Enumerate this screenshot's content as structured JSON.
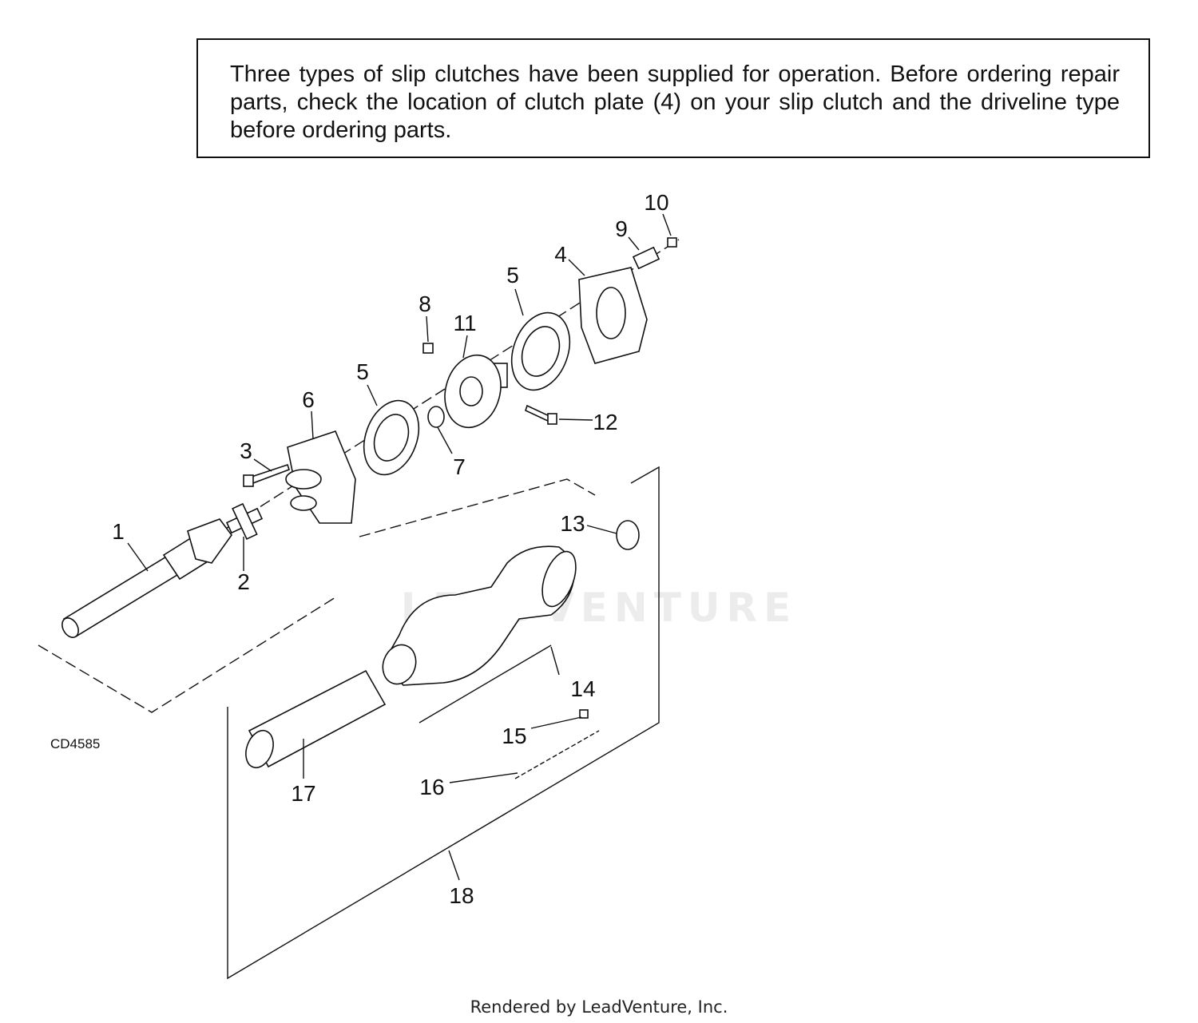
{
  "note": {
    "text": "Three types of slip clutches have been supplied for operation. Before ordering repair parts, check the location of clutch plate (4) on your slip clutch and the driveline type before ordering parts."
  },
  "diagram": {
    "figure_code": "CD4585",
    "watermark": "LEADVENTURE",
    "callouts": {
      "c1": "1",
      "c2": "2",
      "c3": "3",
      "c4": "4",
      "c5a": "5",
      "c5b": "5",
      "c6": "6",
      "c7": "7",
      "c8": "8",
      "c9": "9",
      "c10": "10",
      "c11": "11",
      "c12": "12",
      "c13": "13",
      "c14": "14",
      "c15": "15",
      "c16": "16",
      "c17": "17",
      "c18": "18"
    }
  },
  "footer": {
    "text": "Rendered by LeadVenture, Inc."
  }
}
